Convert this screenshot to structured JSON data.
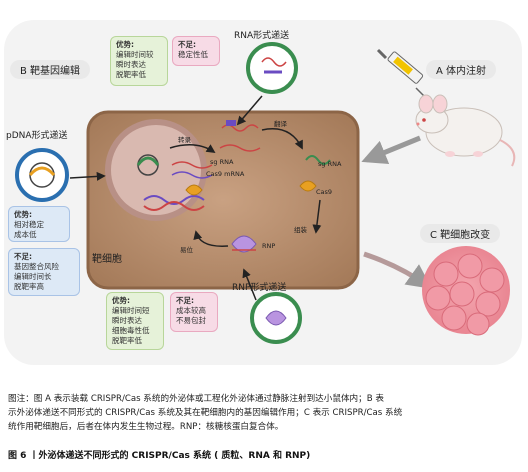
{
  "labels": {
    "b_section": "B 靶基因编辑",
    "a_section": "A 体内注射",
    "c_section": "C 靶细胞改变",
    "rna_form": "RNA形式递送",
    "pdna_form": "pDNA形式递送",
    "rnp_form": "RNP形式递送",
    "target_cell": "靶细胞",
    "transcription": "转录",
    "translation": "翻译",
    "assembly": "组装",
    "translocation": "易位",
    "sg_rna_1": "sg RNA",
    "sg_rna_2": "sg RNA",
    "cas9_mrna": "Cas9 mRNA",
    "cas9": "Cas9",
    "rnp": "RNP"
  },
  "notes": {
    "rna_adv_title": "优势:",
    "rna_adv_lines": [
      "编辑时间较",
      "瞬时表达",
      "脱靶率低"
    ],
    "rna_dis_title": "不足:",
    "rna_dis_lines": [
      "稳定性低"
    ],
    "pdna_adv_title": "优势:",
    "pdna_adv_lines": [
      "相对稳定",
      "成本低"
    ],
    "pdna_dis_title": "不足:",
    "pdna_dis_lines": [
      "基因整合风险",
      "编辑时间长",
      "脱靶率高"
    ],
    "rnp_adv_title": "优势:",
    "rnp_adv_lines": [
      "编辑时间短",
      "瞬时表达",
      "细胞毒性低",
      "脱靶率低"
    ],
    "rnp_dis_title": "不足:",
    "rnp_dis_lines": [
      "成本较高",
      "不易包封"
    ]
  },
  "caption": {
    "line1": "图注：图 A 表示装载 CRISPR/Cas 系统的外泌体或工程化外泌体通过静脉注射到达小鼠体内；B 表",
    "line2": "示外泌体递送不同形式的 CRISPR/Cas 系统及其在靶细胞内的基因编辑作用；C 表示 CRISPR/Cas 系统",
    "line3": "统作用靶细胞后，后者在体内发生生物过程。RNP：核糖核蛋白复合体。",
    "figure_title": "图 6 丨外泌体递送不同形式的 CRISPR/Cas 系统 ( 质粒、RNA 和 RNP)"
  },
  "colors": {
    "cell_fill": "#b78e6c",
    "cell_border": "#8c6547",
    "nucleus_fill": "#d9b9b0",
    "exosome_ring": "#3f8f5a",
    "arrow": "#222222",
    "pink_box": "#f7dbe6",
    "green_box": "#e6f2d9",
    "blue_box": "#dde9f6"
  }
}
